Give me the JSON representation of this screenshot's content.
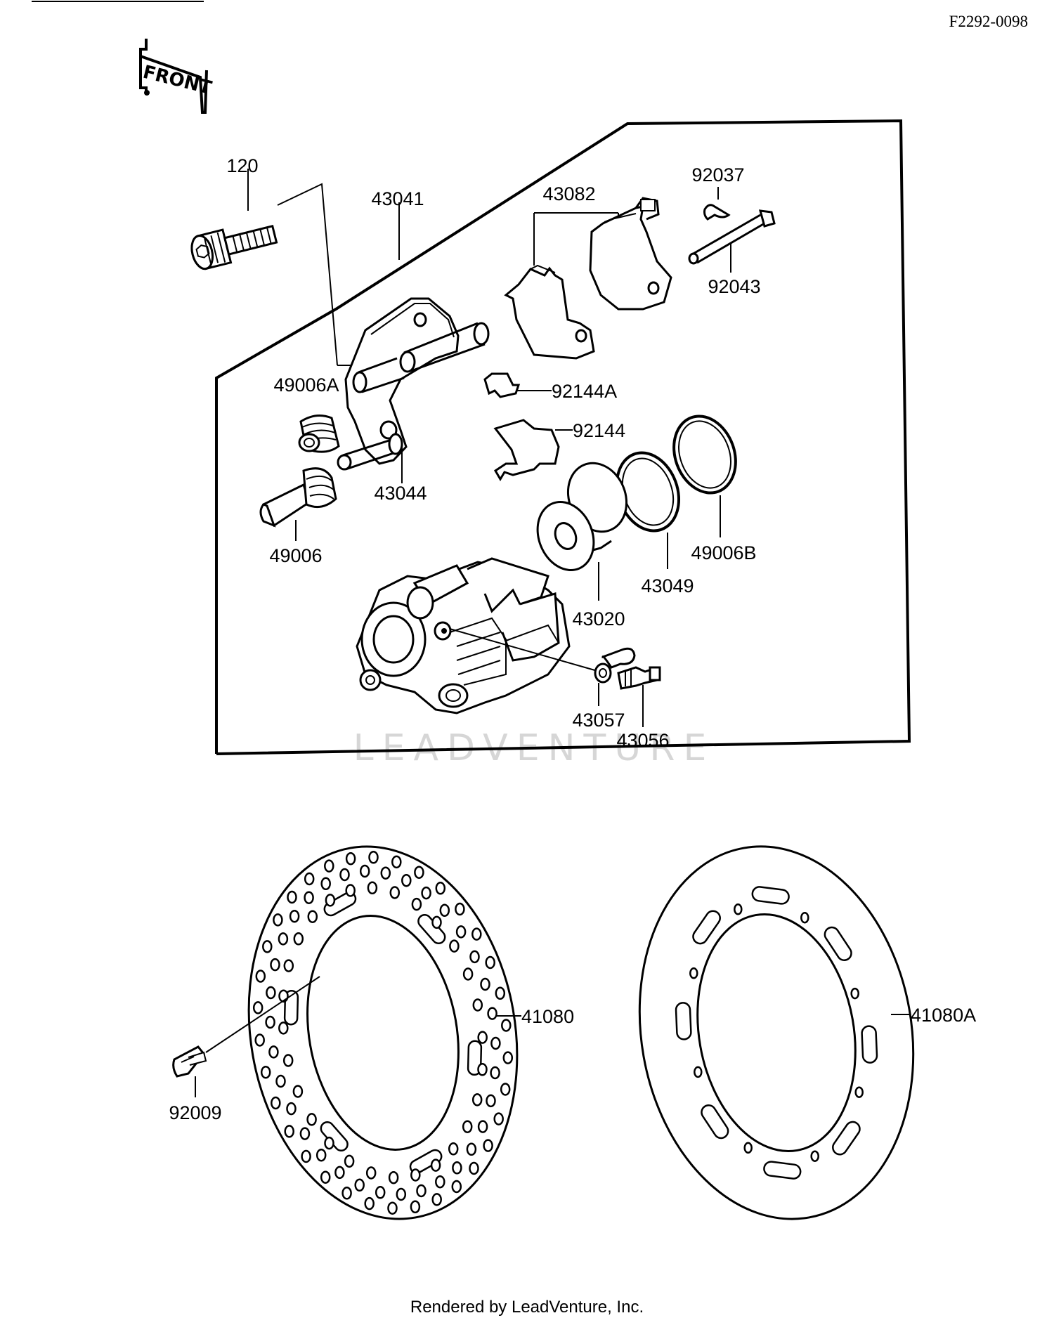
{
  "header": {
    "reference_code": "F2292-0098",
    "front_marker": "FRONT"
  },
  "watermark": "LEADVENTURE",
  "parts": {
    "bolt": "120",
    "caliper_holder": "43041",
    "pad_set": "43082",
    "clip": "92037",
    "pad_pin": "92043",
    "boot_a": "49006A",
    "shaft": "43044",
    "spring_a": "92144A",
    "spring": "92144",
    "boot": "49006",
    "piston": "43020",
    "piston_seal": "43049",
    "dust_seal": "49006B",
    "bleeder_cap": "43057",
    "bleeder_valve": "43056",
    "disc": "41080",
    "disc_alt": "41080A",
    "disc_screw": "92009"
  },
  "footer": {
    "rendered_by": "Rendered by LeadVenture, Inc."
  },
  "colors": {
    "line": "#000000",
    "watermark": "#d6d6d6",
    "background": "#ffffff"
  }
}
